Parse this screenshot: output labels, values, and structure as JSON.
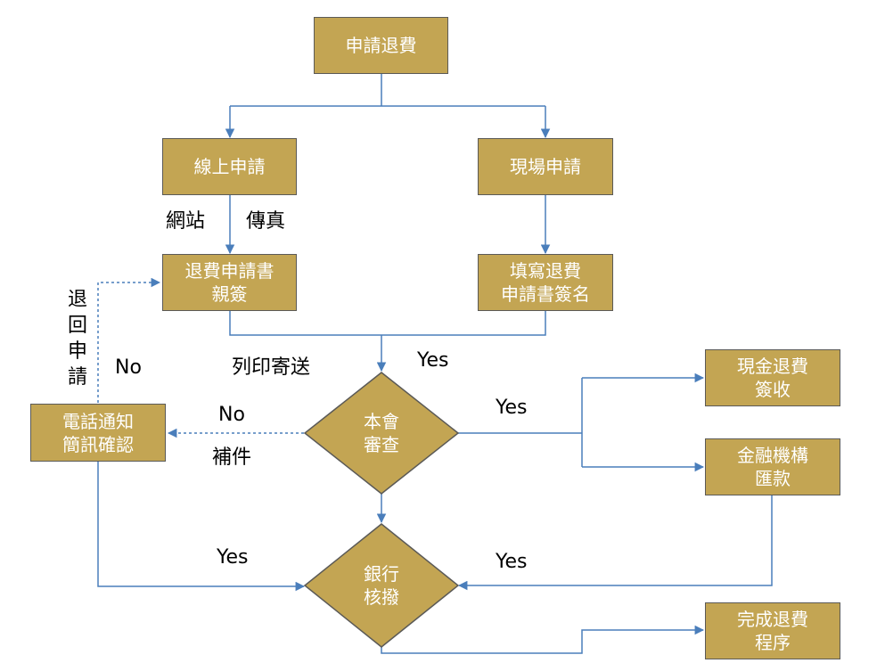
{
  "colors": {
    "node_fill": "#c3a553",
    "node_border": "#5b5a57",
    "connector": "#4a7ebb",
    "node_text": "#ffffff"
  },
  "nodes": {
    "apply_refund": "申請退費",
    "online_apply": "線上申請",
    "onsite_apply": "現場申請",
    "sign_form": [
      "退費申請書",
      "親簽"
    ],
    "fill_form": [
      "填寫退費",
      "申請書簽名"
    ],
    "review": [
      "本會",
      "審查"
    ],
    "notify": [
      "電話通知",
      "簡訊確認"
    ],
    "cash_refund": [
      "現金退費",
      "簽收"
    ],
    "bank_transfer": [
      "金融機構",
      "匯款"
    ],
    "bank_approve": [
      "銀行",
      "核撥"
    ],
    "complete": [
      "完成退費",
      "程序"
    ]
  },
  "labels": {
    "website": "網站",
    "fax": "傳真",
    "print_mail": "列印寄送",
    "yes_review_in": "Yes",
    "yes_review_out": "Yes",
    "no_notify": "No",
    "supplement": "補件",
    "no_return": "No",
    "return_apply": [
      "退",
      "回",
      "申",
      "請"
    ],
    "yes_notify_bank": "Yes",
    "yes_transfer_bank": "Yes"
  }
}
